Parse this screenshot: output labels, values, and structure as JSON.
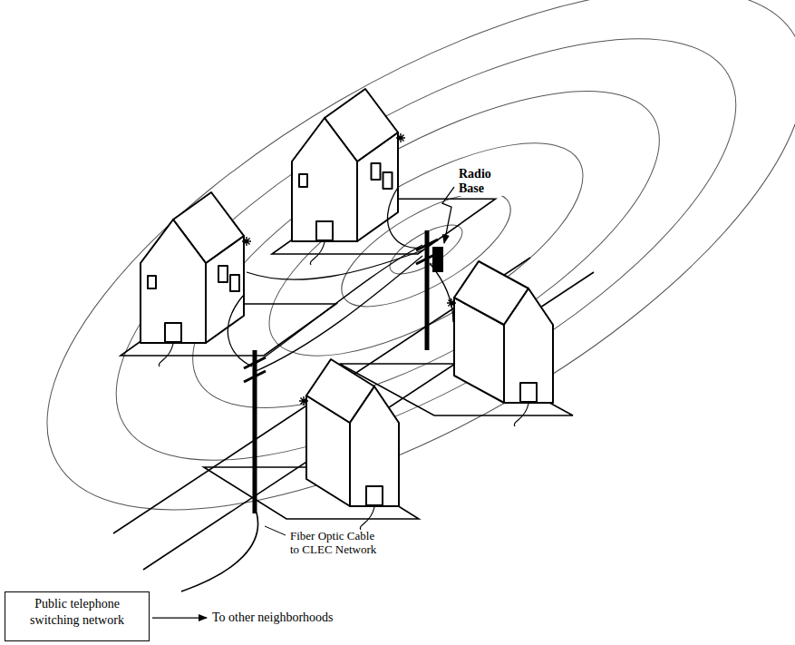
{
  "diagram": {
    "nodes": [
      {
        "text": [
          "Public telephone switching network"
        ]
      }
    ],
    "labels": [
      "Radio Base",
      "Fiber Optic Cable to CLEC Network",
      "To other neighborhoods"
    ]
  }
}
